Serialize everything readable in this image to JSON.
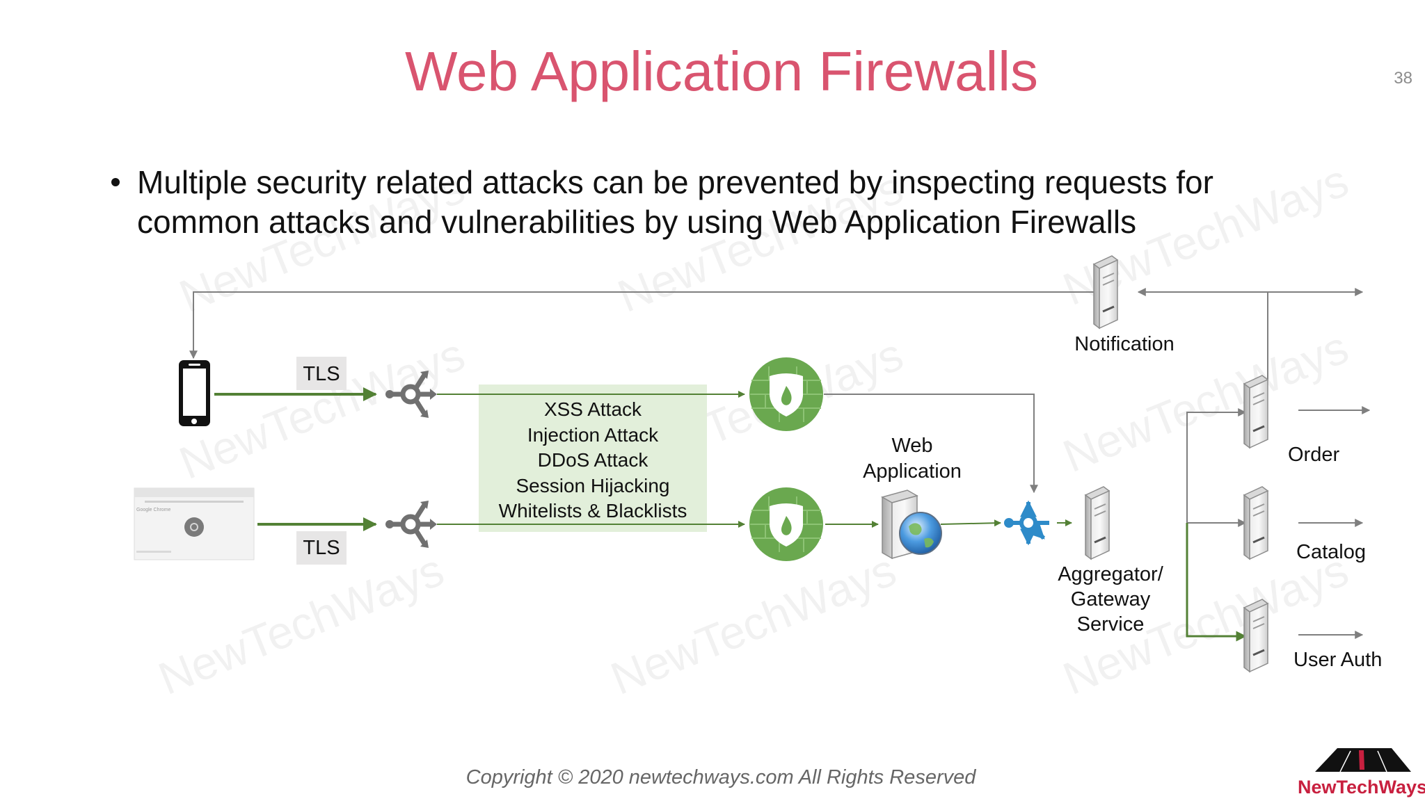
{
  "slide": {
    "title": "Web Application Firewalls",
    "page_number": "38",
    "bullet_lines": [
      "Multiple security related attacks can be prevented by inspecting requests for",
      "common attacks and vulnerabilities by using Web Application Firewalls"
    ],
    "copyright": "Copyright © 2020 newtechways.com All Rights Reserved",
    "brand": "NewTechWays",
    "watermark": "NewTechWays"
  },
  "diagram": {
    "tls_top": "TLS",
    "tls_bottom": "TLS",
    "attacks": [
      "XSS Attack",
      "Injection Attack",
      "DDoS Attack",
      "Session Hijacking",
      "Whitelists & Blacklists"
    ],
    "notification": "Notification",
    "web_app": [
      "Web",
      "Application"
    ],
    "gateway": [
      "Aggregator/",
      "Gateway",
      "Service"
    ],
    "order": "Order",
    "catalog": "Catalog",
    "user_auth": "User Auth"
  },
  "colors": {
    "title": "#d9546f",
    "green_line": "#538135",
    "grey_line": "#7f7f7f",
    "waf_green": "#6aa84f",
    "attack_panel": "#e2efda",
    "tls_box": "#e7e6e6",
    "gateway_blue": "#2e8bc9",
    "brand_red": "#c8203f"
  },
  "icons": {
    "client_mobile": "smartphone-icon",
    "client_browser": "browser-window-icon",
    "load_balancer": "router-arrows-icon",
    "waf": "firewall-shield-icon",
    "server": "server-tower-icon",
    "web_server": "web-server-globe-icon",
    "gateway": "gateway-arrows-icon"
  }
}
